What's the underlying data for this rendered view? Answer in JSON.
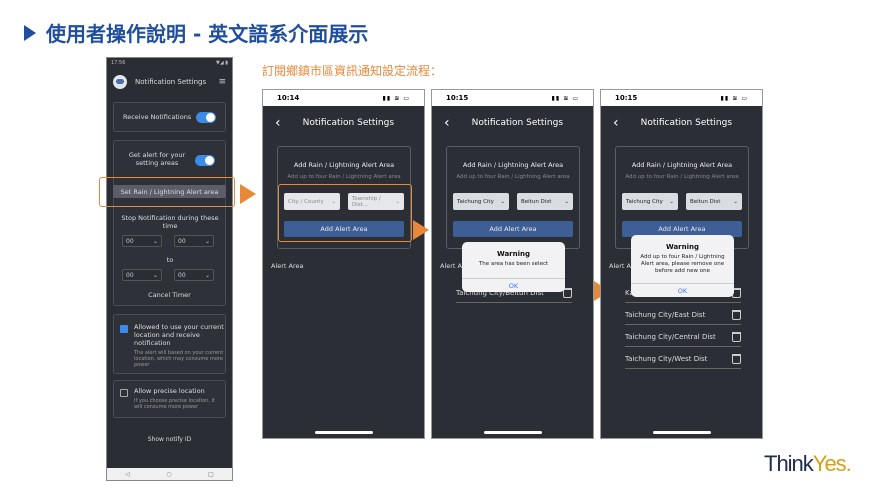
{
  "slide": {
    "title": "使用者操作說明 - 英文語系介面展示",
    "subtitle": "訂閱鄉鎮市區資訊通知設定流程：",
    "brand_think": "Think",
    "brand_yes": "Yes."
  },
  "android": {
    "status_time": "17:56",
    "status_right": "▼◢ ▮",
    "header_title": "Notification Settings",
    "menu_icon": "≡",
    "receive_label": "Receive Notifications",
    "alert_label": "Get alert for your setting areas",
    "set_area_button": "Set Rain / Lightning Alert area",
    "stop_label": "Stop Notification during these time",
    "time_from_h": "00",
    "time_from_m": "00",
    "to_label": "to",
    "time_to_h": "00",
    "time_to_m": "00",
    "cancel_timer": "Cancel Timer",
    "location_label": "Allowed to use your current location and receive notification",
    "location_desc": "The alert will based on your current location, which may consume more power",
    "precise_label": "Allow precise location",
    "precise_desc": "If you choose precise location, it will consume more power",
    "show_id": "Show notify ID",
    "nav_back": "◁",
    "nav_home": "○",
    "nav_recent": "□"
  },
  "screens": [
    {
      "time": "10:14",
      "icons": "▮▮ ≋ ▭",
      "nav_title": "Notification Settings",
      "card_title": "Add Rain / Lightning Alert Area",
      "card_sub": "Add up to four Rain / Lightning Alert area",
      "select_city": "City / County",
      "select_dist": "Township / Dist...",
      "add_button": "Add Alert Area",
      "list_label": "Alert Area"
    },
    {
      "time": "10:15",
      "icons": "▮▮ ≋ ▭",
      "nav_title": "Notification Settings",
      "card_title": "Add Rain / Lightning Alert Area",
      "card_sub": "Add up to four Rain / Lightning Alert area",
      "select_city": "Taichung City",
      "select_dist": "Beitun Dist",
      "add_button": "Add Alert Area",
      "list_label": "Alert Ar",
      "dialog_title": "Warning",
      "dialog_msg": "The area has been select",
      "dialog_ok": "OK",
      "areas": [
        "Taichung City/Beitun Dist"
      ]
    },
    {
      "time": "10:15",
      "icons": "▮▮ ≋ ▭",
      "nav_title": "Notification Settings",
      "card_title": "Add Rain / Lightning Alert Area",
      "card_sub": "Add up to four Rain / Lightning Alert area",
      "select_city": "Taichung City",
      "select_dist": "Beitun Dist",
      "add_button": "Add Alert Area",
      "list_label": "Alert Ar",
      "dialog_title": "Warning",
      "dialog_msg": "Add up to four Rain / Lightning Alert area, please remove one before add new one",
      "dialog_ok": "OK",
      "areas": [
        "Ka",
        "Taichung City/East Dist",
        "Taichung City/Central Dist",
        "Taichung City/West Dist"
      ]
    }
  ],
  "colors": {
    "accent": "#e8893a",
    "title_blue": "#1f4e9c",
    "toggle_blue": "#3d8be8",
    "button_blue": "#3e5f96"
  }
}
